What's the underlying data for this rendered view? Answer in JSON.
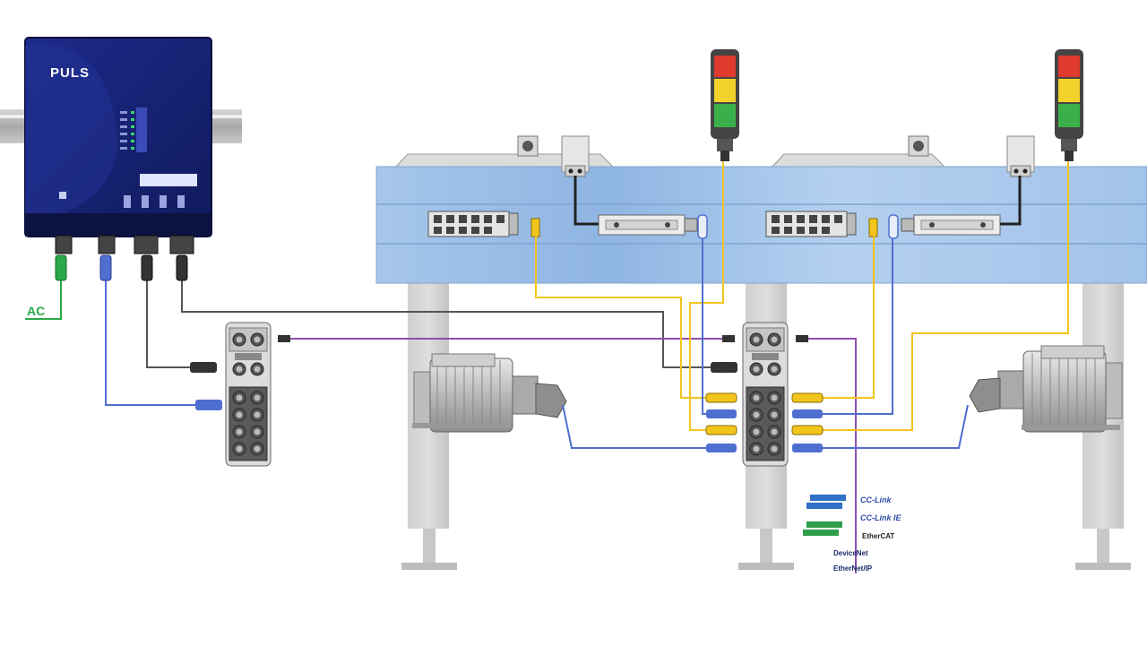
{
  "power_supply": {
    "brand": "PULS"
  },
  "labels": {
    "ac": "AC"
  },
  "network_logos": [
    "CC-Link",
    "CC-Link IE",
    "EtherCAT",
    "DeviceNet",
    "EtherNet/IP"
  ],
  "colors": {
    "ac_cable": "#2aa84a",
    "power_blue_cable": "#4f6fd0",
    "sensor_yellow_cable": "#f2c51c",
    "network_purple_cable": "#8a4fb0",
    "control_black_cable": "#3a3a3a",
    "conveyor": "#a9c9ec",
    "stack_red": "#e03a2f",
    "stack_yellow": "#f2d22a",
    "stack_green": "#3bb04a",
    "logo_blue": "#2f6fc4",
    "logo_green": "#2e9e4a"
  }
}
